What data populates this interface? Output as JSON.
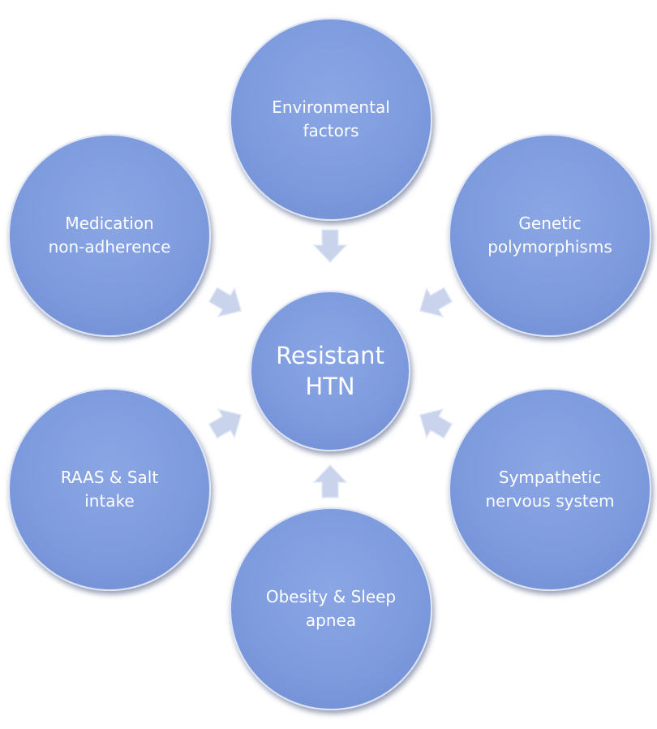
{
  "diagram": {
    "center": {
      "label": "Resistant\nHTN"
    },
    "factors": [
      {
        "label": "Environmental\nfactors"
      },
      {
        "label": "Genetic\npolymorphisms"
      },
      {
        "label": "Sympathetic\nnervous system"
      },
      {
        "label": "Obesity & Sleep\napnea"
      },
      {
        "label": "RAAS & Salt\nintake"
      },
      {
        "label": "Medication\nnon-adherence"
      }
    ]
  },
  "colors": {
    "circle_fill": "#7e9bde",
    "circle_border": "#dde5f4",
    "arrow_fill": "#c9d3ec",
    "text": "#ffffff",
    "background": "#ffffff"
  }
}
